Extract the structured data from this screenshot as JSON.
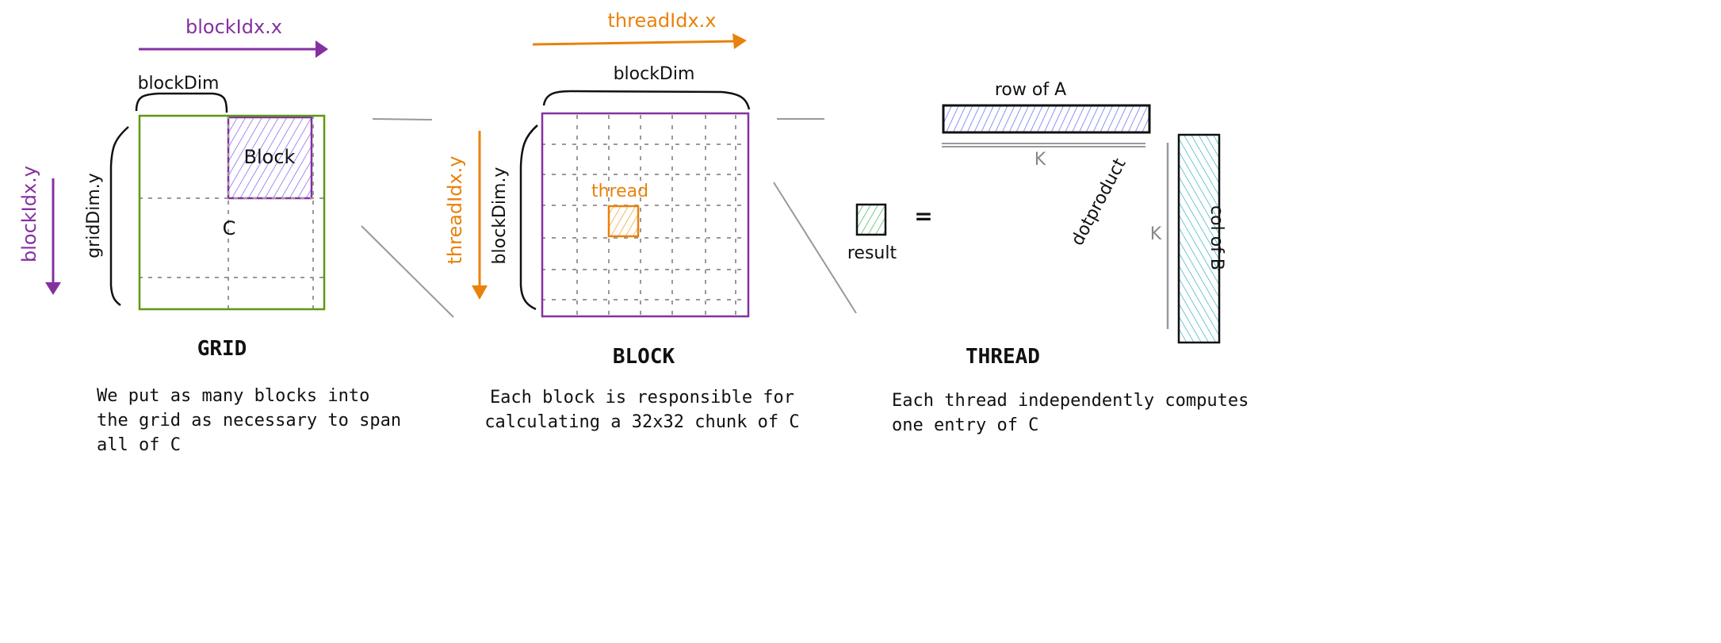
{
  "colors": {
    "purple": "#8431a0",
    "green": "#5a9a12",
    "orange": "#e8820c",
    "blue": "#4c5bf0",
    "cyan": "#21a8c8",
    "gray": "#8a8a8a"
  },
  "grid": {
    "axis_x": "blockIdx.x",
    "axis_y": "blockIdx.y",
    "dim_x": "blockDim",
    "dim_y": "gridDim.y",
    "block_label": "Block",
    "matrix_label": "C",
    "title": "GRID",
    "caption": [
      "We put as many blocks into",
      "the grid as necessary to span",
      "all of C"
    ]
  },
  "block": {
    "axis_x": "threadIdx.x",
    "axis_y": "threadIdx.y",
    "dim_x": "blockDim",
    "dim_y": "blockDim.y",
    "thread_label": "thread",
    "title": "BLOCK",
    "caption": [
      "Each block is responsible for",
      "calculating a 32x32 chunk of C"
    ]
  },
  "thread": {
    "row_label": "row of A",
    "col_label": "col of B",
    "k_row": "K",
    "k_col": "K",
    "dot_label": "dotproduct",
    "equals": "=",
    "result_label": "result",
    "title": "THREAD",
    "caption": [
      "Each thread independently computes",
      "one entry of C"
    ]
  }
}
